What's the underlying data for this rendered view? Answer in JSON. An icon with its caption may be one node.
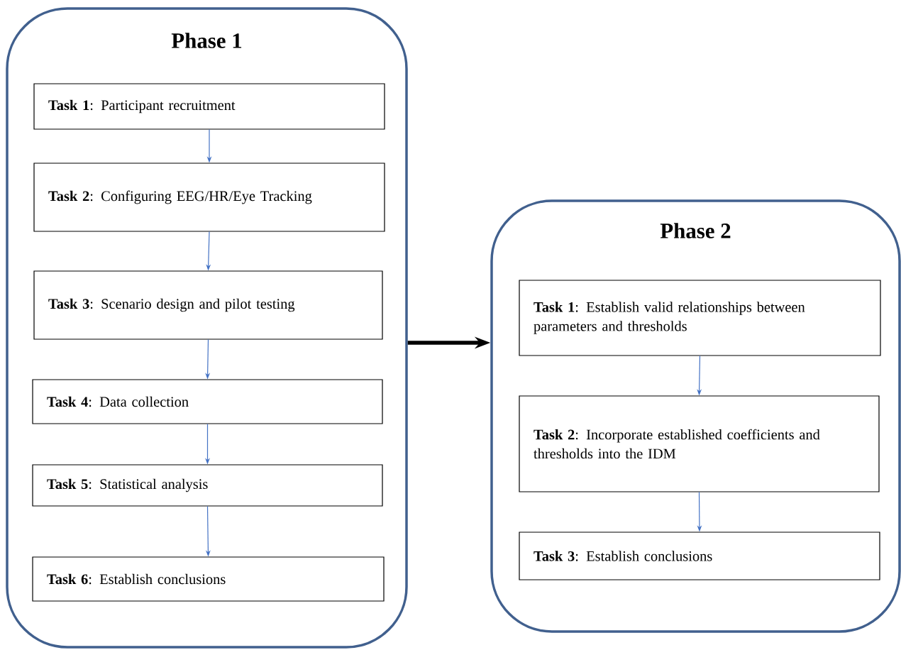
{
  "diagram": {
    "nodes": [
      {
        "text": [
          "Phase 1"
        ]
      },
      {
        "text": [
          "**Task 1**: Participant recruitment"
        ],
        "in": 0
      },
      {
        "text": [
          "**Task 2**: Configuring EEG/HR/Eye Tracking"
        ],
        "in": 0
      },
      {
        "text": [
          "**Task 3**: Scenario design and pilot testing"
        ],
        "in": 0
      },
      {
        "text": [
          "**Task 4**: Data collection"
        ],
        "in": 0
      },
      {
        "text": [
          "**Task 5**: Statistical analysis"
        ],
        "in": 0
      },
      {
        "text": [
          "**Task 6**: Establish conclusions"
        ],
        "in": 0
      },
      {
        "text": [
          "Phase 2"
        ]
      },
      {
        "text": [
          "**Task 1**: Establish valid relationships between parameters and thresholds"
        ],
        "in": 7
      },
      {
        "text": [
          "**Task 2**: Incorporate established coefficients and thresholds into the IDM"
        ],
        "in": 7
      },
      {
        "text": [
          "**Task 3**: Establish conclusions"
        ],
        "in": 7
      }
    ],
    "edges": [
      {
        "from": 1,
        "to": 2,
        "arrow": "to"
      },
      {
        "from": 2,
        "to": 3,
        "arrow": "to"
      },
      {
        "from": 3,
        "to": 4,
        "arrow": "to"
      },
      {
        "from": 4,
        "to": 5,
        "arrow": "to"
      },
      {
        "from": 5,
        "to": 6,
        "arrow": "to"
      },
      {
        "from": 0,
        "to": 7,
        "arrow": "to",
        "style": "thick",
        "color": "#000000"
      },
      {
        "from": 8,
        "to": 9,
        "arrow": "to"
      },
      {
        "from": 9,
        "to": 10,
        "arrow": "to"
      }
    ]
  }
}
